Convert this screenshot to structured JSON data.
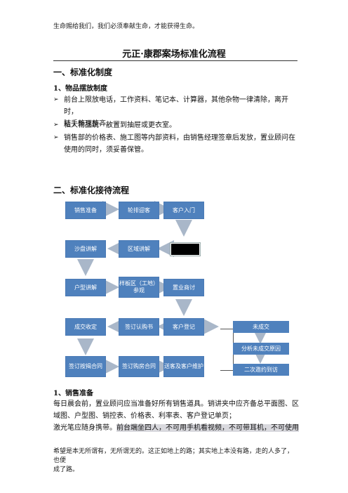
{
  "header_quote": "生命赐给我们，我们必须奉献生命，才能获得生命。",
  "title": "元正·康郡案场标准化流程",
  "section1": {
    "heading": "一、标准化制度",
    "sub1": {
      "heading": "1、物品摆放制度",
      "bullets": [
        [
          "前台上限放电话，工作资料、笔记本、计算器，其他杂物一律清除，离开时，",
          "随手整理整齐。"
        ],
        [
          "私人物品统一放置到抽屉或更衣室。"
        ],
        [
          "销售部的价格表、施工图等内部资料，由销售经理签章后发放，置业顾问在",
          "使用的同时，须妥善保管。"
        ]
      ]
    }
  },
  "section2": {
    "heading": "二、标准化接待流程",
    "flow": {
      "sales_prep": "销售准备",
      "rotation": "轮排迎客",
      "customer_entry": "客户入门",
      "sandbox": "沙盘讲解",
      "area_intro": "区域讲解",
      "unit_intro": "户型讲解",
      "model_visit": "样板区（工地）参观",
      "negotiation": "置业商讨",
      "deal_confirm": "成交收定",
      "sign_subscription": "签订认购书",
      "customer_register": "客户登记",
      "sign_mortgage": "签订按揭合同",
      "sign_purchase": "签订购房合同",
      "send_off": "送客及客户维护",
      "not_closed": "未成交",
      "analyze_reason": "分析未成交原因",
      "second_invite": "二次邀约到访"
    }
  },
  "sub2": {
    "heading": "1、销售准备",
    "para_lines": [
      "每日晨会前，置业顾问应当准备好所有销售道具。销讲夹中应齐备总平面图、区",
      "域图、户型图、销控表、价格表、利率表、客户登记单页；"
    ],
    "last_line_plain": "激光笔应随身携带。",
    "last_line_highlight": "前台端坐四人，不可用手机看视频，不可带耳机，不可使用"
  },
  "footer_lines": [
    "希望是本无所谓有，无所谓无的。这正如地上的路；其实地上本没有路，走的人多了，也便",
    "成了路。"
  ]
}
